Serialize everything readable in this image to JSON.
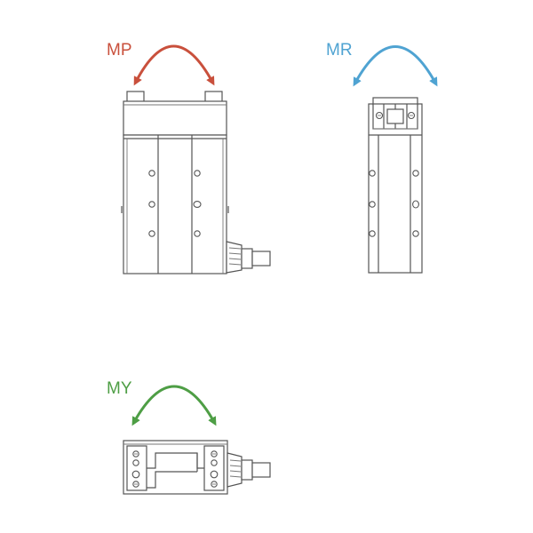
{
  "moments": [
    {
      "id": "mp",
      "label": "MP",
      "color": "#C9503C",
      "icon": "double-arrow-arc"
    },
    {
      "id": "mr",
      "label": "MR",
      "color": "#4FA3D2",
      "icon": "double-arrow-arc"
    },
    {
      "id": "my",
      "label": "MY",
      "color": "#4E9E45",
      "icon": "double-arrow-arc"
    }
  ]
}
